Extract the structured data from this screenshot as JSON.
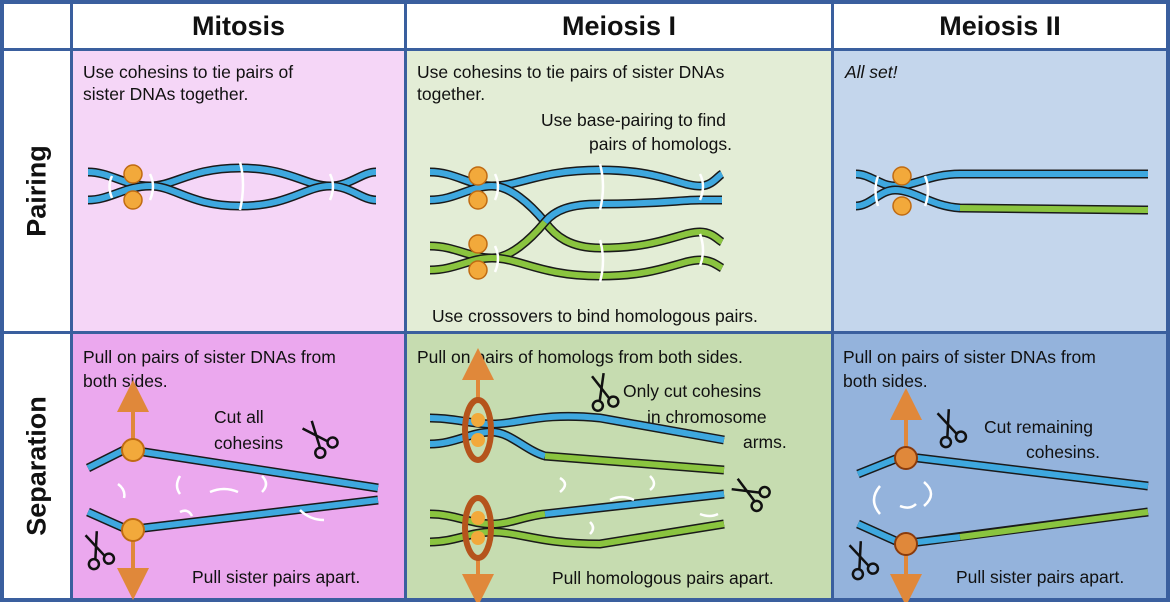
{
  "columns": [
    "Mitosis",
    "Meiosis I",
    "Meiosis II"
  ],
  "rows": [
    "Pairing",
    "Separation"
  ],
  "pairing": {
    "mitosis": {
      "line1": "Use cohesins to tie pairs of",
      "line2": "sister DNAs together."
    },
    "meiosis1": {
      "line1": "Use cohesins to tie pairs of sister DNAs",
      "line2": "together.",
      "base_line1": "Use base-pairing to find",
      "base_line2": "pairs of homologs.",
      "crossover": "Use crossovers to bind homologous pairs."
    },
    "meiosis2": {
      "note": "All set!"
    }
  },
  "separation": {
    "mitosis": {
      "line1": "Pull on pairs of sister DNAs from",
      "line2": "both sides.",
      "cut_line1": "Cut all",
      "cut_line2": "cohesins",
      "bottom": "Pull sister pairs apart."
    },
    "meiosis1": {
      "line1": "Pull on pairs of homologs from both sides.",
      "cut_line1": "Only cut cohesins",
      "cut_line2": "in chromosome",
      "cut_line3": "arms.",
      "bottom": "Pull homologous pairs apart."
    },
    "meiosis2": {
      "line1": "Pull on pairs of sister DNAs from",
      "line2": "both sides.",
      "cut_line1": "Cut remaining",
      "cut_line2": "cohesins.",
      "bottom": "Pull sister pairs apart."
    }
  },
  "colors": {
    "border": "#3a5f9e",
    "mitosis_pairing_bg": "#f5d6f7",
    "mitosis_separation_bg": "#eba8ee",
    "meiosis1_pairing_bg": "#e3edd6",
    "meiosis1_separation_bg": "#c6dcb0",
    "meiosis2_pairing_bg": "#c4d6ec",
    "meiosis2_separation_bg": "#94b3dc",
    "blue_dna": "#3ea8df",
    "green_dna": "#8ac43f",
    "cohesin": "#f2a93b",
    "spindle_arrow": "#e0883a"
  }
}
